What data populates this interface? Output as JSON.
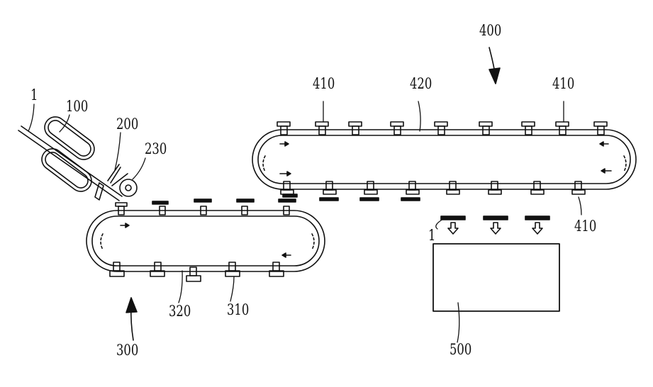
{
  "figure": {
    "labels": {
      "sheet": "1",
      "roller_unit": "100",
      "cutter": "200",
      "cutter_roller": "230",
      "lower_conveyor": "300",
      "lower_belt": "320",
      "lower_holder": "310",
      "upper_conveyor": "400",
      "upper_holder_left": "410",
      "upper_belt": "420",
      "upper_holder_right": "410",
      "upper_holder_bottom": "410",
      "stacked_sheet": "1",
      "receiving_box": "500"
    }
  }
}
